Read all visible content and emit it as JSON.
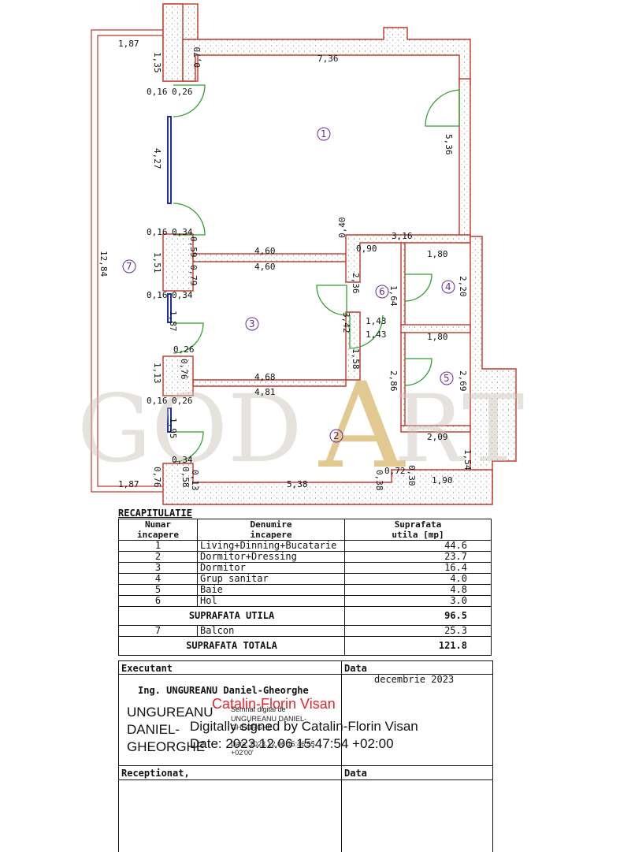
{
  "plan": {
    "dimensions": {
      "d_1_87_top": "1,87",
      "d_1_35": "1,35",
      "d_0_70": "0,70",
      "d_7_36": "7,36",
      "d_0_16_a": "0,16",
      "d_0_26_a": "0,26",
      "d_4_27": "4,27",
      "d_5_36": "5,36",
      "d_0_16_b": "0,16",
      "d_0_34_a": "0,34",
      "d_0_40": "0,40",
      "d_3_16": "3,16",
      "d_0_90": "0,90",
      "d_0_59": "0,59",
      "d_4_60_a": "4,60",
      "d_1_80_a": "1,80",
      "d_12_84": "12,84",
      "d_1_51": "1,51",
      "d_0_79": "0,79",
      "d_4_60_b": "4,60",
      "d_2_36": "2,36",
      "d_2_20": "2,20",
      "d_1_64": "1,64",
      "d_0_16_c": "0,16",
      "d_0_34_b": "0,34",
      "d_1_87_v": "1,87",
      "d_3_42": "3,42",
      "d_1_43_a": "1,43",
      "d_1_43_b": "1,43",
      "d_1_80_b": "1,80",
      "d_0_26_b": "0,26",
      "d_1_58": "1,58",
      "d_1_13": "1,13",
      "d_0_76_a": "0,76",
      "d_2_86": "2,86",
      "d_2_69": "2,69",
      "d_4_68": "4,68",
      "d_4_81": "4,81",
      "d_0_16_d": "0,16",
      "d_0_26_c": "0,26",
      "d_1_95": "1,95",
      "d_2_09": "2,09",
      "d_0_34_c": "0,34",
      "d_1_54": "1,54",
      "d_0_76_b": "0,76",
      "d_0_58": "0,58",
      "d_0_13": "0,13",
      "d_0_72": "0,72",
      "d_0_30": "0,30",
      "d_1_87_bottom": "1,87",
      "d_5_38": "5,38",
      "d_0_38": "0,38",
      "d_1_90": "1,90"
    },
    "rooms": [
      "1",
      "2",
      "3",
      "4",
      "5",
      "6",
      "7"
    ],
    "watermark": {
      "left": "GOD",
      "mid": "A",
      "right": "RT"
    },
    "colors": {
      "wall": "#c0392b",
      "door": "#2ca02c",
      "window": "#1f2ea0",
      "room_number": "#6a2c91"
    }
  },
  "recap": {
    "title": "RECAPITULATIE",
    "headers": {
      "num_l1": "Numar",
      "num_l2": "incapere",
      "name_l1": "Denumire",
      "name_l2": "incapere",
      "area_l1": "Suprafata",
      "area_l2": "utila [mp]"
    },
    "rows": [
      {
        "num": "1",
        "name": "Living+Dinning+Bucatarie",
        "area": "44.6"
      },
      {
        "num": "2",
        "name": "Dormitor+Dressing",
        "area": "23.7"
      },
      {
        "num": "3",
        "name": "Dormitor",
        "area": "16.4"
      },
      {
        "num": "4",
        "name": "Grup sanitar",
        "area": "4.0"
      },
      {
        "num": "5",
        "name": "Baie",
        "area": "4.8"
      },
      {
        "num": "6",
        "name": "Hol",
        "area": "3.0"
      }
    ],
    "utila_label": "SUPRAFATA UTILA",
    "utila_value": "96.5",
    "balcon": {
      "num": "7",
      "name": "Balcon",
      "area": "25.3"
    },
    "totala_label": "SUPRAFATA TOTALA",
    "totala_value": "121.8"
  },
  "signature": {
    "executant_label": "Executant",
    "data_label": "Data",
    "date_value": "decembrie 2023",
    "engineer": "Ing. UNGUREANU Daniel-Gheorghe",
    "signer_l1": "UNGUREANU",
    "signer_l2": "DANIEL-",
    "signer_l3": "GHEORGHE",
    "small_l1": "Semnat digital de",
    "small_l2": "UNGUREANU DANIEL-",
    "small_l3": "GHEORGHE",
    "small_l4": "Data: 2023.12.06 15:46:55",
    "small_l5": "+02'00'",
    "red_name": "Catalin-Florin Visan",
    "digital_l1": "Digitally signed by Catalin-Florin Visan",
    "digital_l2": "Date: 2023.12.06 15:47:54 +02:00",
    "receptionat_label": "Receptionat,",
    "data_label2": "Data"
  }
}
